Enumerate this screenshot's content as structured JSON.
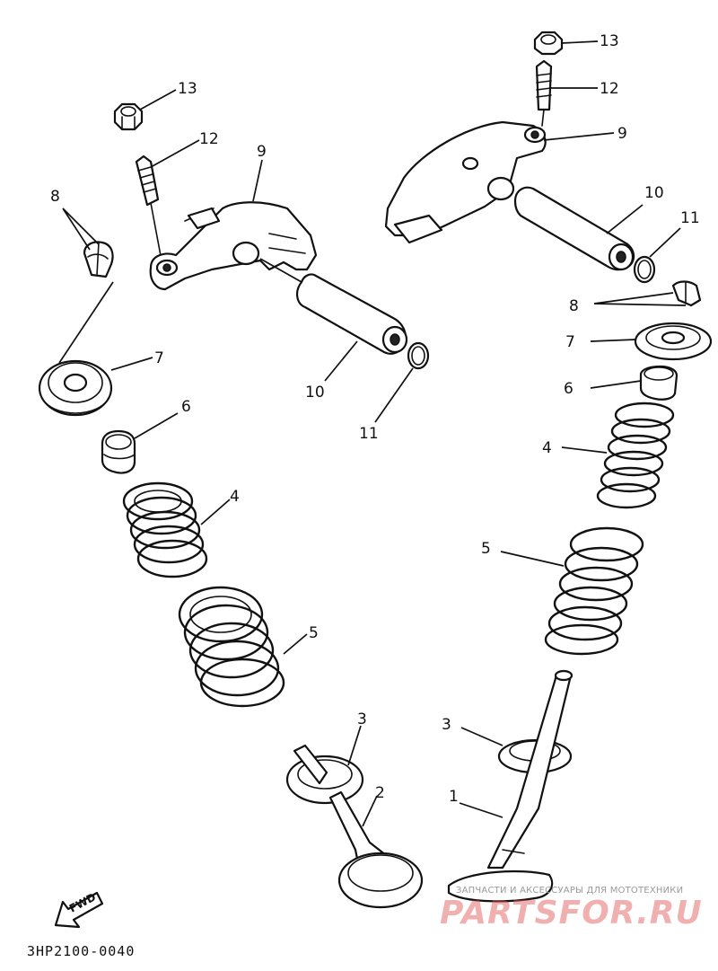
{
  "diagram": {
    "code": "3HP2100-0040",
    "fwd_label": "FWD",
    "callouts": {
      "l13": "13",
      "l12": "12",
      "l9": "9",
      "l8": "8",
      "l7": "7",
      "l6": "6",
      "l4": "4",
      "l5": "5",
      "l10": "10",
      "l11": "11",
      "l3": "3",
      "l2": "2",
      "r13": "13",
      "r12": "12",
      "r9": "9",
      "r10": "10",
      "r11": "11",
      "r8": "8",
      "r7": "7",
      "r6": "6",
      "r4": "4",
      "r5": "5",
      "r3": "3",
      "r1": "1"
    }
  },
  "watermark": {
    "tagline": "ЗАПЧАСТИ И АКСЕССУАРЫ ДЛЯ МОТОТЕХНИКИ",
    "brand": "PARTSFOR.RU"
  }
}
